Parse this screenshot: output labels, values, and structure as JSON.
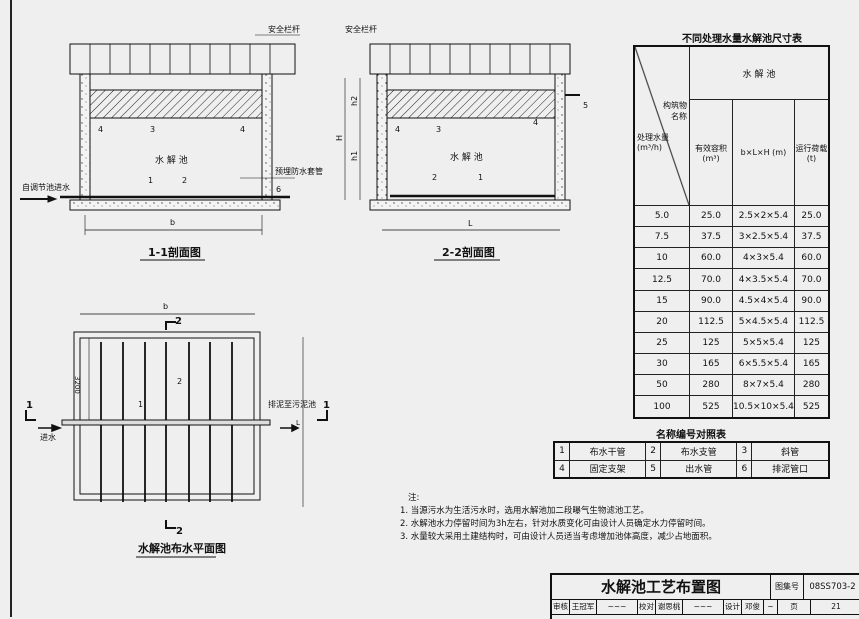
{
  "section_1_1": {
    "title": "1-1剖面图",
    "railing_label": "安全栏杆",
    "tank_label": "水 解 池",
    "inlet_label": "自调节池进水",
    "sleeve_label": "预埋防水套管",
    "dim_width": "b",
    "callouts": [
      "1",
      "2",
      "3",
      "4",
      "4",
      "6"
    ]
  },
  "section_2_2": {
    "title": "2-2剖面图",
    "railing_label": "安全栏杆",
    "tank_label": "水 解 池",
    "dim_length": "L",
    "dim_h1": "h1",
    "dim_h2": "h2",
    "dim_H": "H",
    "callouts": [
      "1",
      "2",
      "3",
      "4",
      "4",
      "5"
    ]
  },
  "plan": {
    "title": "水解池布水平面图",
    "dim_width": "b",
    "dim_length": "L",
    "dim_3200": "3200",
    "inlet_label": "进水",
    "sludge_label": "排泥至污泥池",
    "section_marks": [
      "1",
      "1",
      "2",
      "2"
    ],
    "callouts": [
      "1",
      "2"
    ]
  },
  "dims_table": {
    "title": "不同处理水量水解池尺寸表",
    "corner_top": "构筑物名称",
    "corner_bottom": "处理水量(m³/h)",
    "group_header": "水 解 池",
    "col_volume": "有效容积(m³)",
    "col_size": "b×L×H (m)",
    "col_load": "运行荷载(t)",
    "rows": [
      [
        "5.0",
        "25.0",
        "2.5×2×5.4",
        "25.0"
      ],
      [
        "7.5",
        "37.5",
        "3×2.5×5.4",
        "37.5"
      ],
      [
        "10",
        "60.0",
        "4×3×5.4",
        "60.0"
      ],
      [
        "12.5",
        "70.0",
        "4×3.5×5.4",
        "70.0"
      ],
      [
        "15",
        "90.0",
        "4.5×4×5.4",
        "90.0"
      ],
      [
        "20",
        "112.5",
        "5×4.5×5.4",
        "112.5"
      ],
      [
        "25",
        "125",
        "5×5×5.4",
        "125"
      ],
      [
        "30",
        "165",
        "6×5.5×5.4",
        "165"
      ],
      [
        "50",
        "280",
        "8×7×5.4",
        "280"
      ],
      [
        "100",
        "525",
        "10.5×10×5.4",
        "525"
      ]
    ]
  },
  "names_table": {
    "title": "名称编号对照表",
    "rows": [
      [
        "1",
        "布水干管",
        "2",
        "布水支管",
        "3",
        "斜管"
      ],
      [
        "4",
        "固定支架",
        "5",
        "出水管",
        "6",
        "排泥管口"
      ]
    ]
  },
  "notes": {
    "heading": "注:",
    "items": [
      "1. 当源污水为生活污水时，选用水解池加二段曝气生物滤池工艺。",
      "2. 水解池水力停留时间为3h左右，针对水质变化可由设计人员确定水力停留时间。",
      "3. 水量较大采用土建结构时，可由设计人员适当考虑增加池体高度，减少占地面积。"
    ]
  },
  "title_block": {
    "drawing_title": "水解池工艺布置图",
    "atlas_label": "图集号",
    "atlas_no": "08SS703-2",
    "review_label": "审核",
    "reviewer": "王冠军",
    "check_label": "校对",
    "checker": "谢思桃",
    "design_label": "设计",
    "designer": "邓俊",
    "page_label": "页",
    "page_no": "21"
  }
}
